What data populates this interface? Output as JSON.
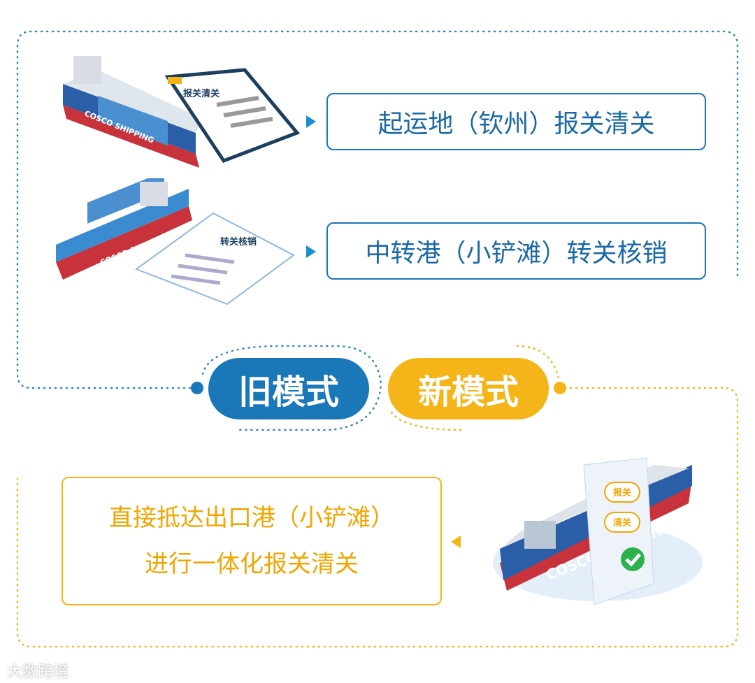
{
  "old_mode": {
    "label": "旧模式",
    "steps": [
      {
        "text": "起运地（钦州）报关清关",
        "doc_label": "报关清关"
      },
      {
        "text": "中转港（小铲滩）转关核销",
        "doc_label": "转关核销"
      }
    ],
    "ship_text": "COSCO SHIPPING"
  },
  "new_mode": {
    "label": "新模式",
    "step_lines": [
      "直接抵达出口港（小铲滩）",
      "进行一体化报关清关"
    ],
    "doc_stamps": [
      "报关",
      "清关"
    ],
    "ship_text": "COSCO SHIPPING"
  },
  "watermark": "大数跨境",
  "colors": {
    "blue": "#1b78b8",
    "orange": "#f5b417",
    "ship_hull": "#2a5fa8",
    "ship_bottom": "#c8323a"
  }
}
